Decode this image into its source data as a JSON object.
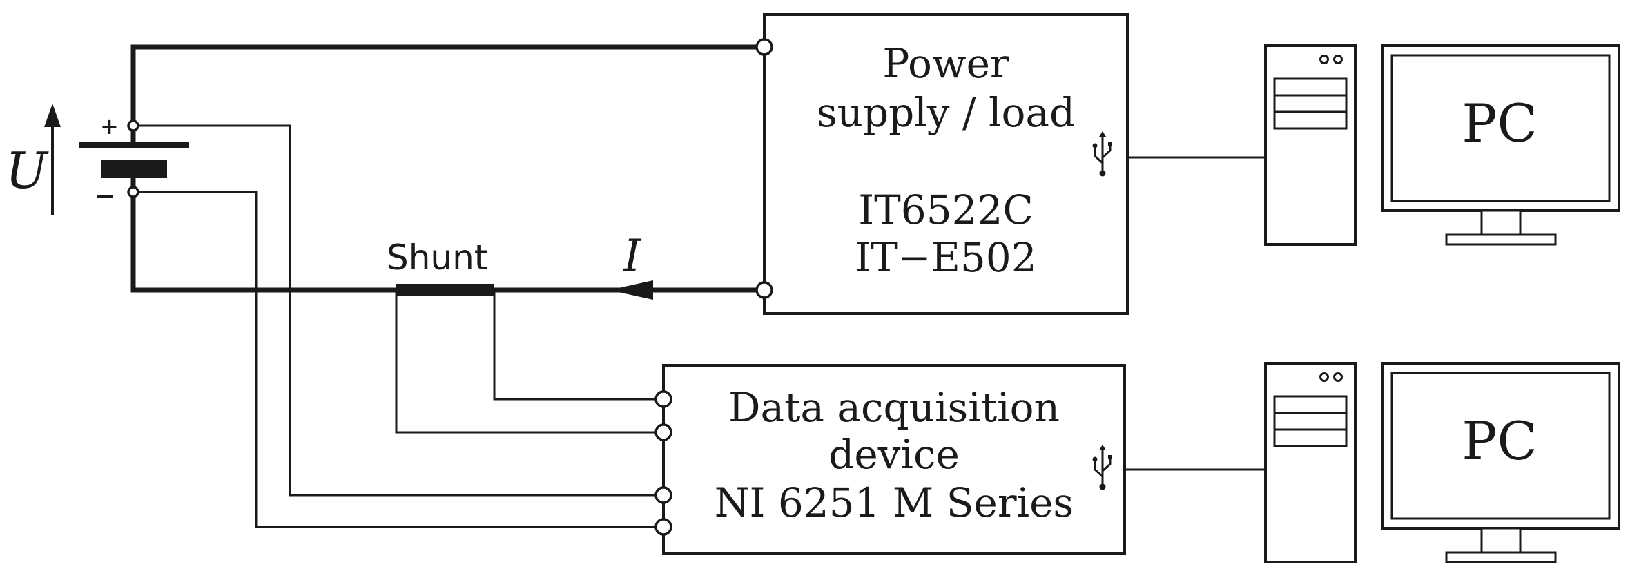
{
  "components": {
    "power_supply": {
      "name_line1": "Power",
      "name_line2": "supply / load",
      "model_line1": "IT6522C",
      "model_line2": "IT−E502"
    },
    "daq": {
      "name_line1": "Data acquisition",
      "name_line2": "device",
      "model_line": "NI 6251 M Series"
    },
    "pc_top": {
      "label": "PC"
    },
    "pc_bottom": {
      "label": "PC"
    },
    "shunt": {
      "label": "Shunt"
    }
  },
  "symbols": {
    "voltage": "U",
    "current": "I",
    "plus": "+",
    "minus": "−"
  },
  "icons": [
    "usb-icon",
    "usb-icon",
    "battery-icon",
    "computer-tower-icon",
    "monitor-icon"
  ]
}
